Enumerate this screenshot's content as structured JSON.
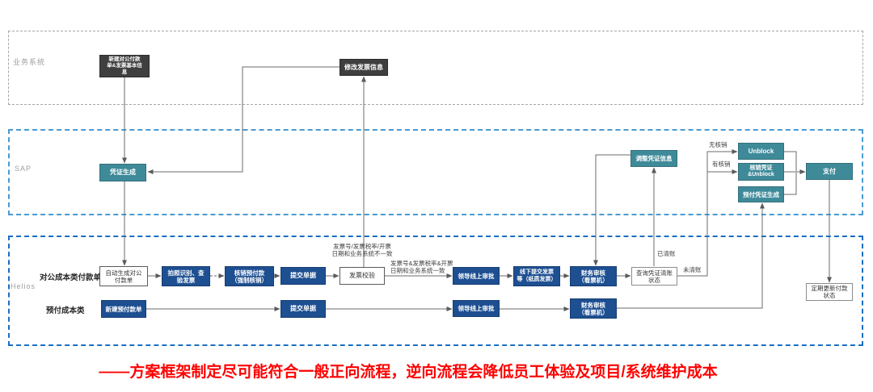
{
  "lanes": {
    "business": {
      "label": "业务系统"
    },
    "sap": {
      "label": "SAP"
    },
    "helios": {
      "label": "Helios"
    }
  },
  "row_labels": {
    "corporate": "对公成本类付款单",
    "prepaid": "预付成本类"
  },
  "nodes": {
    "create_payment_info": "新建对公付款\n单&发票基本信\n息",
    "modify_invoice": "修改发票信息",
    "voucher_gen": "凭证生成",
    "adjust_voucher": "调整凭证信息",
    "unblock": "Unblock",
    "writeoff_unblock": "核销凭证\n&Unblock",
    "prepay_voucher": "预付凭证生成",
    "pay": "支付",
    "auto_gen": "自动生成对公\n付款单",
    "photo_verify": "拍照识别、查\n验发票",
    "writeoff_prepay": "核销预付款\n（强制核销）",
    "submit_docs_1": "提交单据",
    "invoice_check": "发票校验",
    "leader_approval_1": "领导线上审批",
    "offline_submit": "线下提交发票\n等（纸质发票）",
    "finance_review_1": "财务审核\n（看票机）",
    "query_clearing": "查询凭证清账\n状态",
    "update_status": "定期更新付款\n状态",
    "new_prepay": "新建预付款单",
    "submit_docs_2": "提交单据",
    "leader_approval_2": "领导线上审批",
    "finance_review_2": "财务审核\n（看票机）"
  },
  "edge_labels": {
    "mismatch": "发票号/发票税率/开票\n日期和业务系统不一致",
    "match": "发票号&发票税率&开票\n日期和业务系统一致",
    "cleared": "已清账",
    "uncleared": "未清账",
    "no_writeoff": "无核销",
    "has_writeoff": "有核销"
  },
  "footer": {
    "text": "——方案框架制定尽可能符合一般正向流程，逆向流程会降低员工体验及项目/系统维护成本"
  },
  "colors": {
    "dark_node": "#3f3f3f",
    "teal_node": "#3e8a99",
    "blue_node": "#1d4f91",
    "business_lane_border": "#a6a6a6",
    "sap_lane_border": "#4a9ad2",
    "helios_lane_border": "#1b6ec2",
    "footer_red": "#fe0000",
    "connector": "#6b6b6b"
  }
}
